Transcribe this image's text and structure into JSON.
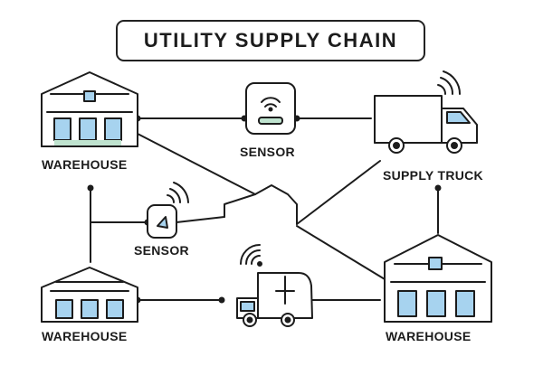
{
  "title": "UTILITY SUPPLY CHAIN",
  "nodes": {
    "warehouse_top_left": {
      "label": "WAREHOUSE",
      "icon": "warehouse-icon"
    },
    "sensor_top": {
      "label": "SENSOR",
      "icon": "sensor-icon"
    },
    "supply_truck": {
      "label": "SUPPLY TRUCK",
      "icon": "truck-icon"
    },
    "sensor_middle": {
      "label": "SENSOR",
      "icon": "sensor-icon"
    },
    "warehouse_bottom_left": {
      "label": "WAREHOUSE",
      "icon": "warehouse-icon"
    },
    "delivery_van": {
      "label": "",
      "icon": "van-icon"
    },
    "warehouse_bottom_right": {
      "label": "WAREHOUSE",
      "icon": "warehouse-icon"
    }
  },
  "colors": {
    "ink": "#1c1c1c",
    "window_blue": "#a7d3ef",
    "sensor_green": "#bfe3cf",
    "signal": "#1c1c1c"
  }
}
